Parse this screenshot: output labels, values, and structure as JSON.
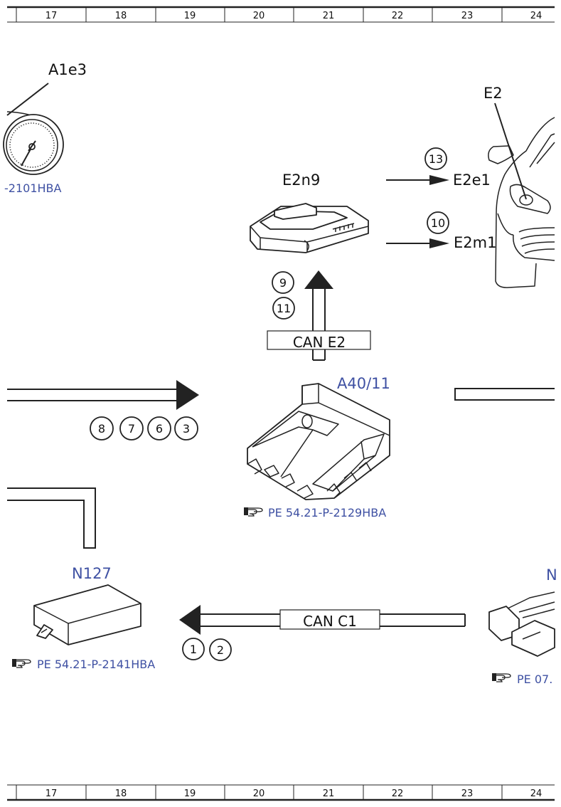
{
  "grid": {
    "top_columns": [
      "17",
      "18",
      "19",
      "20",
      "21",
      "22",
      "23",
      "24"
    ],
    "bottom_columns": [
      "17",
      "18",
      "19",
      "20",
      "21",
      "22",
      "23",
      "24"
    ]
  },
  "components": {
    "a1e3": {
      "label": "A1e3",
      "ref": "-2101HBA"
    },
    "e2": {
      "label": "E2"
    },
    "e2n9": {
      "label": "E2n9"
    },
    "e2e1": {
      "label": "E2e1"
    },
    "e2m1": {
      "label": "E2m1"
    },
    "a40_11": {
      "label": "A40/11",
      "ref": "PE 54.21-P-2129HBA"
    },
    "n127": {
      "label": "N127",
      "ref": "PE 54.21-P-2141HBA"
    },
    "n_partial": {
      "label": "N",
      "ref": "PE 07."
    }
  },
  "buses": {
    "can_e2": "CAN E2",
    "can_c1": "CAN C1"
  },
  "markers": {
    "m13": "13",
    "m10": "10",
    "m9": "9",
    "m11": "11",
    "m8": "8",
    "m7": "7",
    "m6": "6",
    "m3": "3",
    "m1": "1",
    "m2": "2"
  },
  "colors": {
    "link_blue": "#3f51a3",
    "line": "#222222"
  }
}
